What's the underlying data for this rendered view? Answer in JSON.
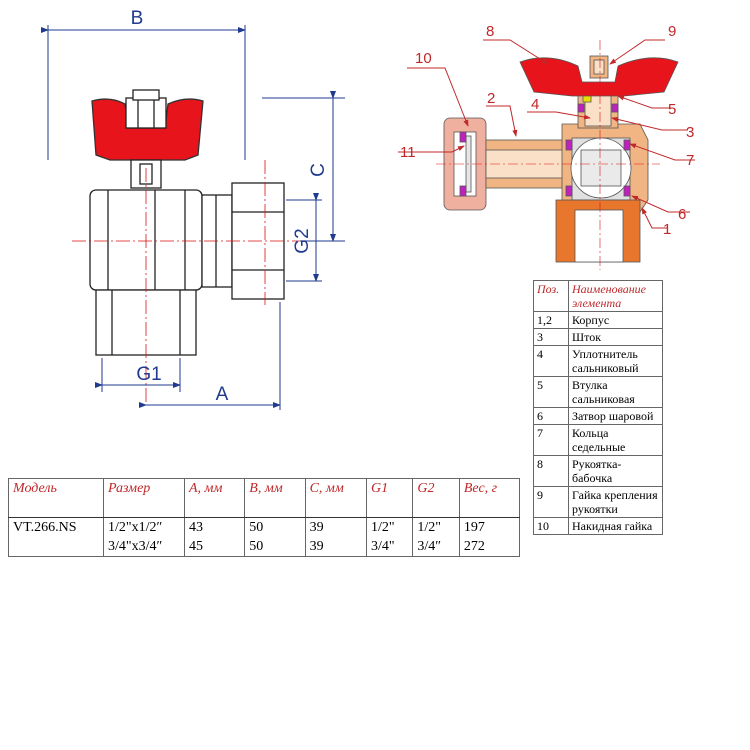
{
  "dimensions": {
    "a": "A",
    "b": "B",
    "c": "C",
    "g1": "G1",
    "g2": "G2"
  },
  "callouts": [
    "1",
    "2",
    "3",
    "4",
    "5",
    "6",
    "7",
    "8",
    "9",
    "10",
    "11"
  ],
  "parts_table": {
    "headers": [
      "Поз.",
      "Наименование элемента"
    ],
    "rows": [
      {
        "pos": "1,2",
        "name": "Корпус"
      },
      {
        "pos": "3",
        "name": "Шток"
      },
      {
        "pos": "4",
        "name": "Уплотнитель сальниковый"
      },
      {
        "pos": "5",
        "name": "Втулка сальниковая"
      },
      {
        "pos": "6",
        "name": "Затвор шаровой"
      },
      {
        "pos": "7",
        "name": "Кольца седельные"
      },
      {
        "pos": "8",
        "name": "Рукоятка-бабочка"
      },
      {
        "pos": "9",
        "name": "Гайка крепления рукоятки"
      },
      {
        "pos": "10",
        "name": "Накидная гайка"
      }
    ]
  },
  "spec_table": {
    "headers": [
      "Модель",
      "Размер",
      "A, мм",
      "B, мм",
      "C, мм",
      "G1",
      "G2",
      "Вес, г"
    ],
    "model": "VT.266.NS",
    "rows": [
      {
        "size": "1/2\"x1/2″",
        "a": "43",
        "b": "50",
        "c": "39",
        "g1": "1/2\"",
        "g2": "1/2\"",
        "weight": "197"
      },
      {
        "size": "3/4\"x3/4″",
        "a": "45",
        "b": "50",
        "c": "39",
        "g1": "3/4\"",
        "g2": "3/4″",
        "weight": "272"
      }
    ]
  },
  "colors": {
    "handle": "#e8141b",
    "dimension": "#1f3a8f",
    "callout": "#c0282a",
    "brass": "#f1b583",
    "body_orange": "#e8762d",
    "seal": "#c020c0"
  }
}
